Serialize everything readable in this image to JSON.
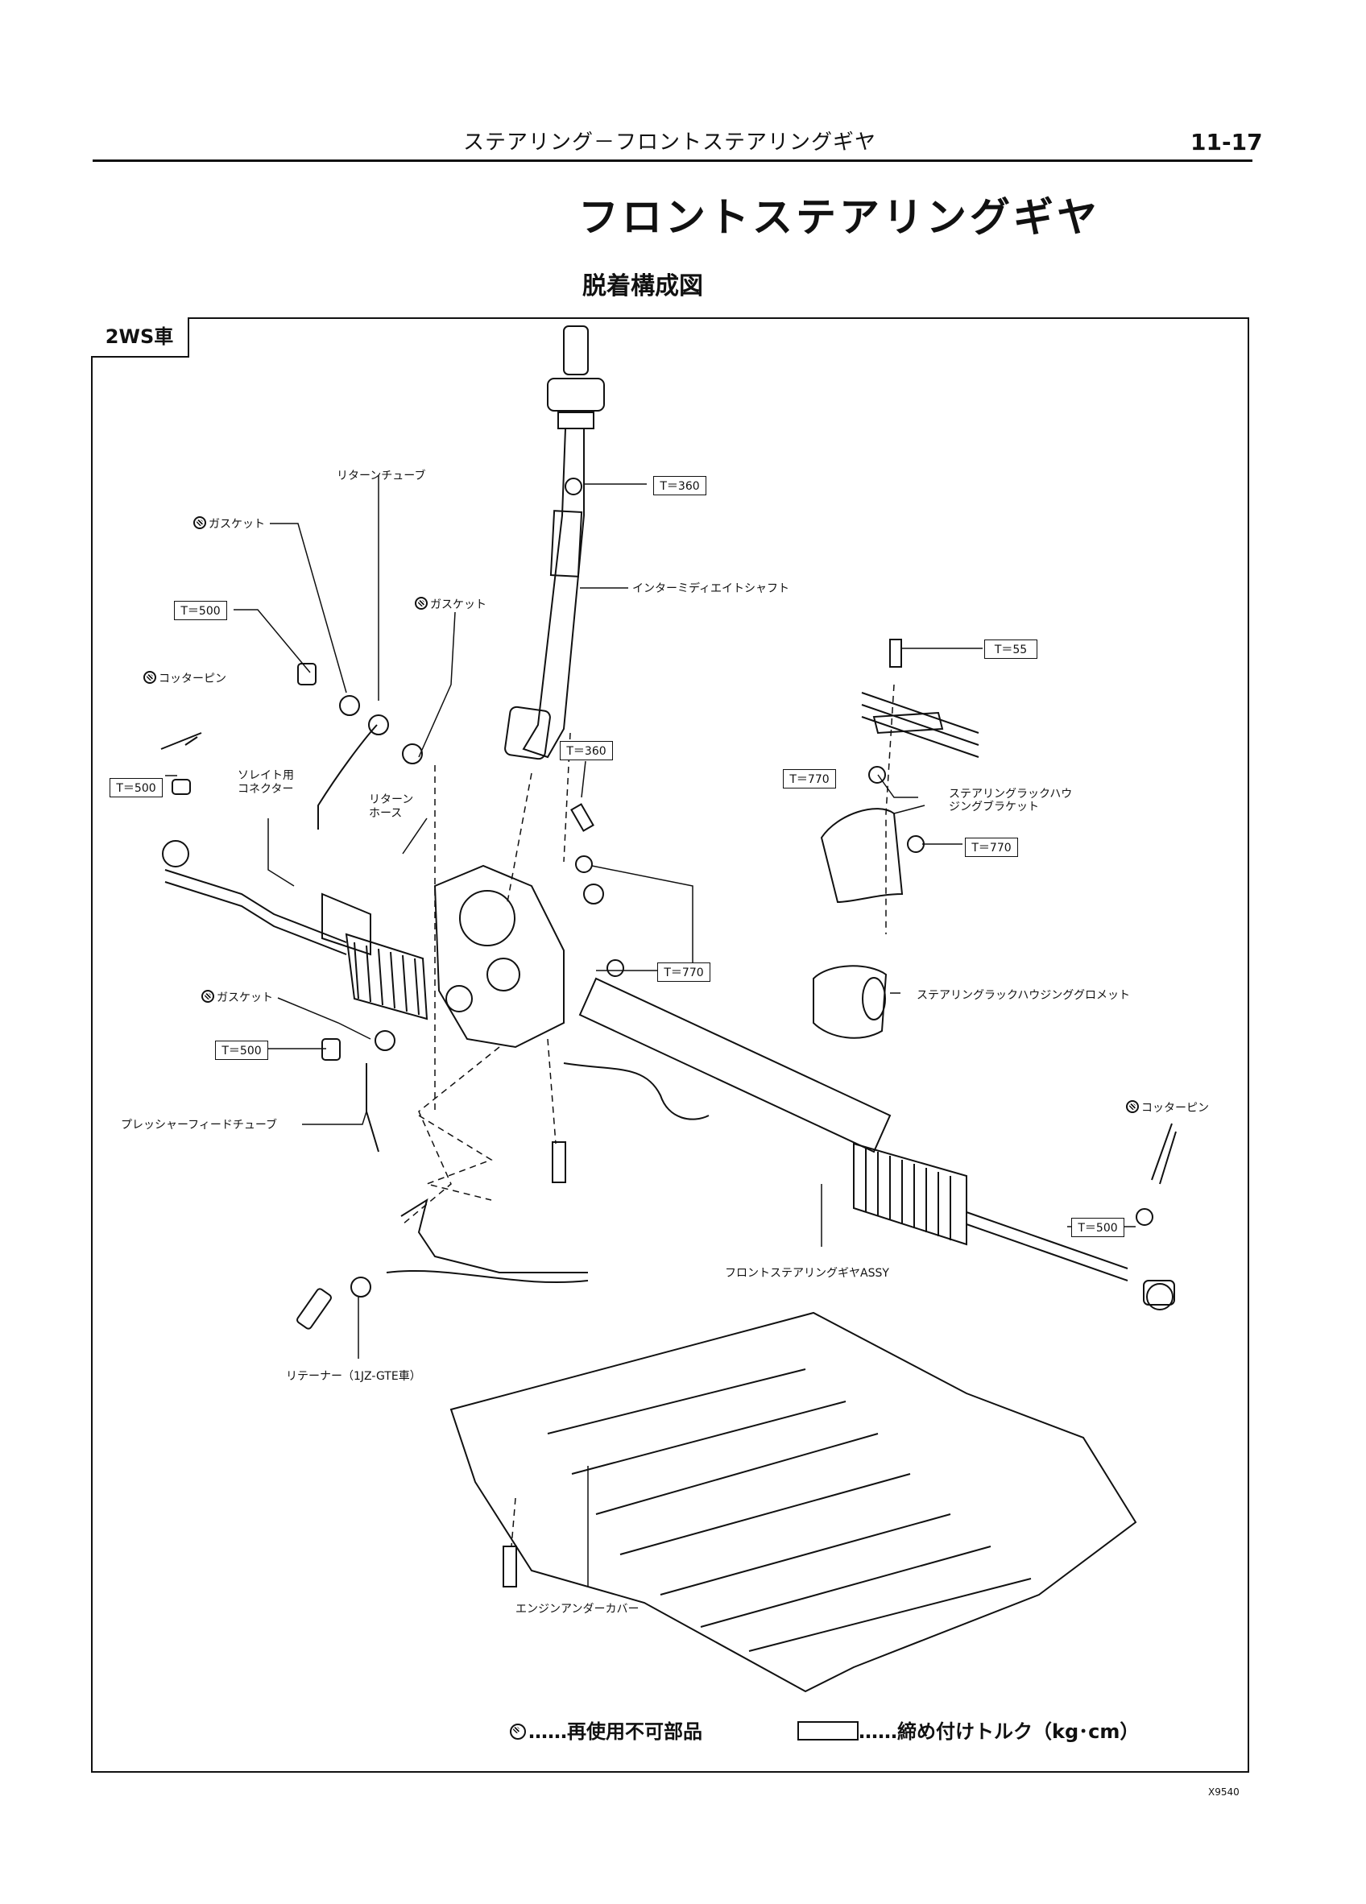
{
  "header": {
    "section_title": "ステアリング－フロントステアリングギヤ",
    "page_number": "11-17"
  },
  "title": "フロントステアリングギヤ",
  "subtitle": "脱着構成図",
  "variant_label": "2WS車",
  "labels": {
    "return_tube": "リターンチューブ",
    "gasket_1": "ガスケット",
    "gasket_2": "ガスケット",
    "gasket_3": "ガスケット",
    "cotter_pin_left": "コッターピン",
    "cotter_pin_right": "コッターピン",
    "solenoid_connector": "ソレイト用\nコネクター",
    "return_hose": "リターン\nホース",
    "intermediate_shaft": "インターミディエイトシャフト",
    "rack_housing_bracket": "ステアリングラックハウ\nジングブラケット",
    "rack_housing_grommet": "ステアリングラックハウジンググロメット",
    "pressure_feed_tube": "プレッシャーフィードチューブ",
    "gear_assy": "フロントステアリングギヤASSY",
    "retainer": "リテーナー（1JZ-GTE車）",
    "engine_under_cover": "エンジンアンダーカバー"
  },
  "torques": {
    "t1": "T＝360",
    "t2": "T＝500",
    "t3": "T＝500",
    "t4": "T＝360",
    "t5": "T＝55",
    "t6": "T＝770",
    "t7": "T＝770",
    "t8": "T＝770",
    "t9": "T＝500",
    "t10": "T＝500"
  },
  "legend": {
    "non_reusable": "……再使用不可部品",
    "torque": "……締め付けトルク（kg･cm）"
  },
  "figure_code": "X9540"
}
